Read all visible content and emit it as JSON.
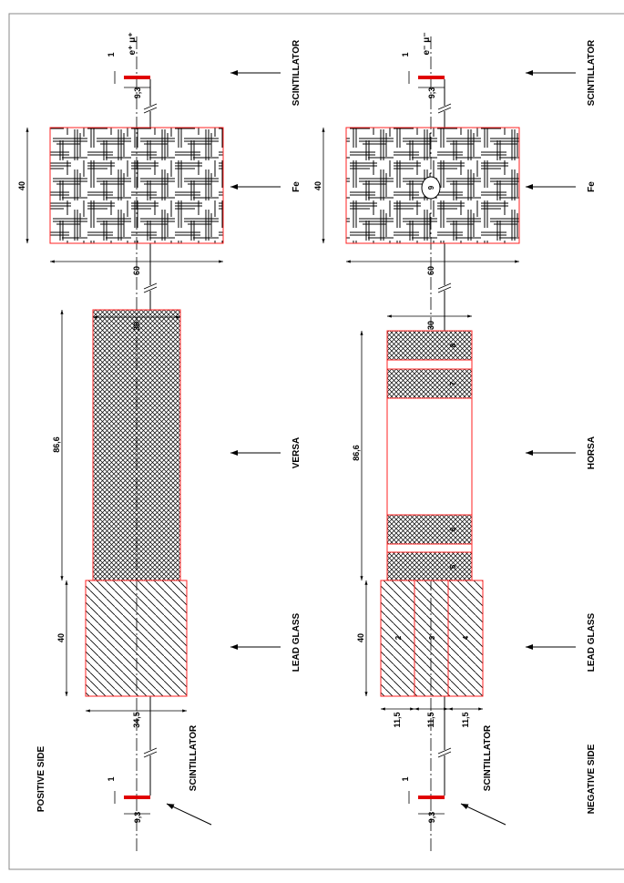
{
  "colors": {
    "outline": "#ff2020",
    "scintillator": "#e00000",
    "ink": "#000000",
    "frame": "#888888"
  },
  "positive": {
    "side_label": "POSITIVE SIDE",
    "particles": "e⁺ μ⁺",
    "scint_top_label": "SCINTILLATOR",
    "fe_label": "Fe",
    "middle_label": "VERSA",
    "leadglass_label": "LEAD GLASS",
    "scint_bottom_label": "SCINTILLATOR",
    "dims": {
      "scint_thick": "1",
      "scint_width": "9,3",
      "fe_len": "40",
      "fe_width": "60",
      "mid_width": "30",
      "mid_len": "86,6",
      "lg_len": "40",
      "lg_width": "34,5"
    }
  },
  "negative": {
    "side_label": "NEGATIVE SIDE",
    "particles": "e⁻ μ⁻",
    "scint_top_label": "SCINTILLATOR",
    "fe_label": "Fe",
    "fe_hole_label": "9",
    "middle_label": "HORSA",
    "leadglass_label": "LEAD GLASS",
    "scint_bottom_label": "SCINTILLATOR",
    "horsa_blocks": [
      "5",
      "6",
      "7",
      "8"
    ],
    "leadglass_blocks": [
      "2",
      "3",
      "4"
    ],
    "dims": {
      "scint_thick": "1",
      "scint_width": "9,3",
      "fe_len": "40",
      "fe_width": "60",
      "mid_width": "30",
      "mid_len": "86,6",
      "lg_len": "40",
      "lg_col_widths": [
        "11,5",
        "11,5",
        "11,5"
      ]
    }
  }
}
